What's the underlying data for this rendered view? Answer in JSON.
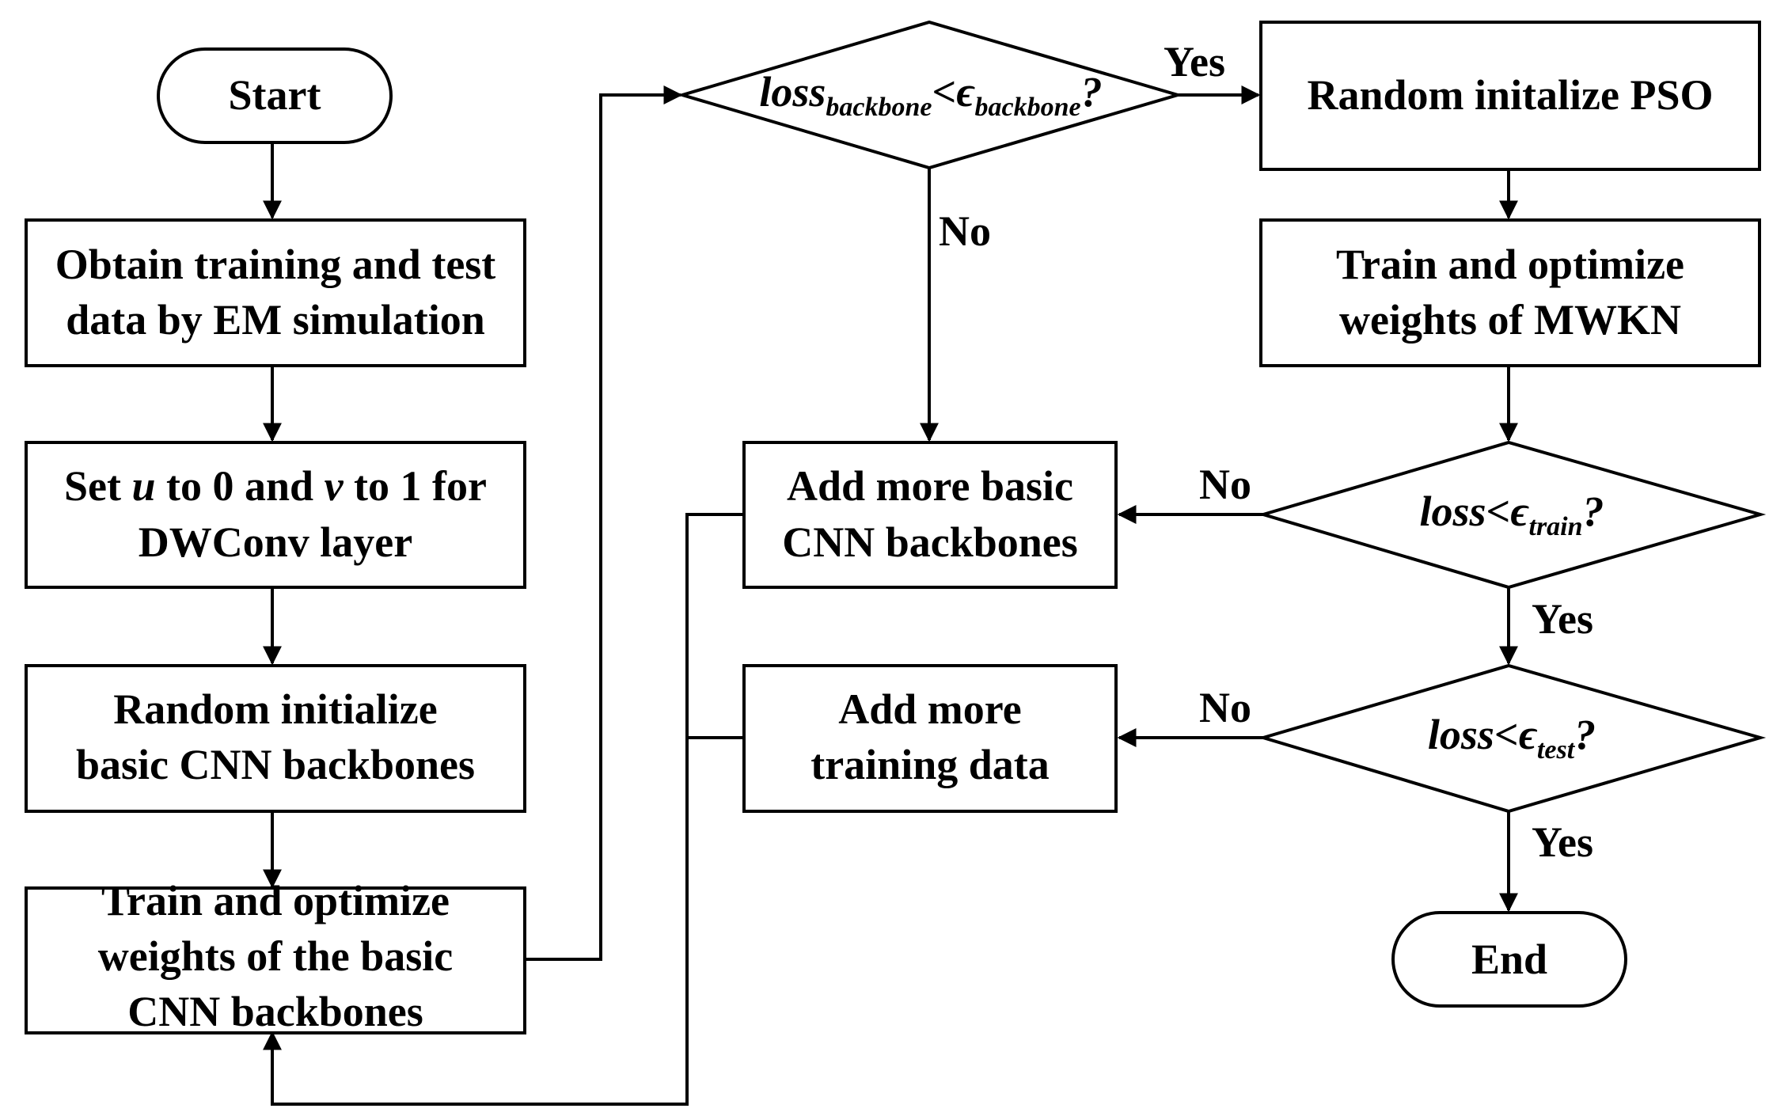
{
  "nodes": {
    "start": {
      "lines": [
        "Start"
      ]
    },
    "obtain": {
      "lines": [
        "Obtain training and test",
        "data by EM simulation"
      ]
    },
    "set_uv": {
      "pre": "Set ",
      "u": "u",
      "mid1": " to 0 and ",
      "v": "v",
      "mid2": " to 1 for",
      "line2": "DWConv layer"
    },
    "random_init": {
      "lines": [
        "Random initialize",
        "basic CNN backbones"
      ]
    },
    "train_basic": {
      "lines": [
        "Train and optimize",
        "weights of the basic",
        "CNN backbones"
      ]
    },
    "add_backbones": {
      "lines": [
        "Add more basic",
        "CNN backbones"
      ]
    },
    "add_data": {
      "lines": [
        "Add more",
        "training data"
      ]
    },
    "random_pso": {
      "lines": [
        "Random initalize PSO"
      ]
    },
    "train_mwkn": {
      "lines": [
        "Train and optimize",
        "weights of MWKN"
      ]
    },
    "end": {
      "lines": [
        "End"
      ]
    }
  },
  "conditions": {
    "backbone": {
      "loss": "loss",
      "loss_sub": "backbone",
      "lt": "<",
      "eps": "ϵ",
      "eps_sub": "backbone",
      "q": "?"
    },
    "train": {
      "loss": "loss",
      "lt": "<",
      "eps": "ϵ",
      "eps_sub": "train",
      "q": "?"
    },
    "test": {
      "loss": "loss",
      "lt": "<",
      "eps": "ϵ",
      "eps_sub": "test",
      "q": "?"
    }
  },
  "edge_labels": {
    "backbone_yes": "Yes",
    "backbone_no": "No",
    "train_no": "No",
    "train_yes": "Yes",
    "test_no": "No",
    "test_yes": "Yes"
  }
}
